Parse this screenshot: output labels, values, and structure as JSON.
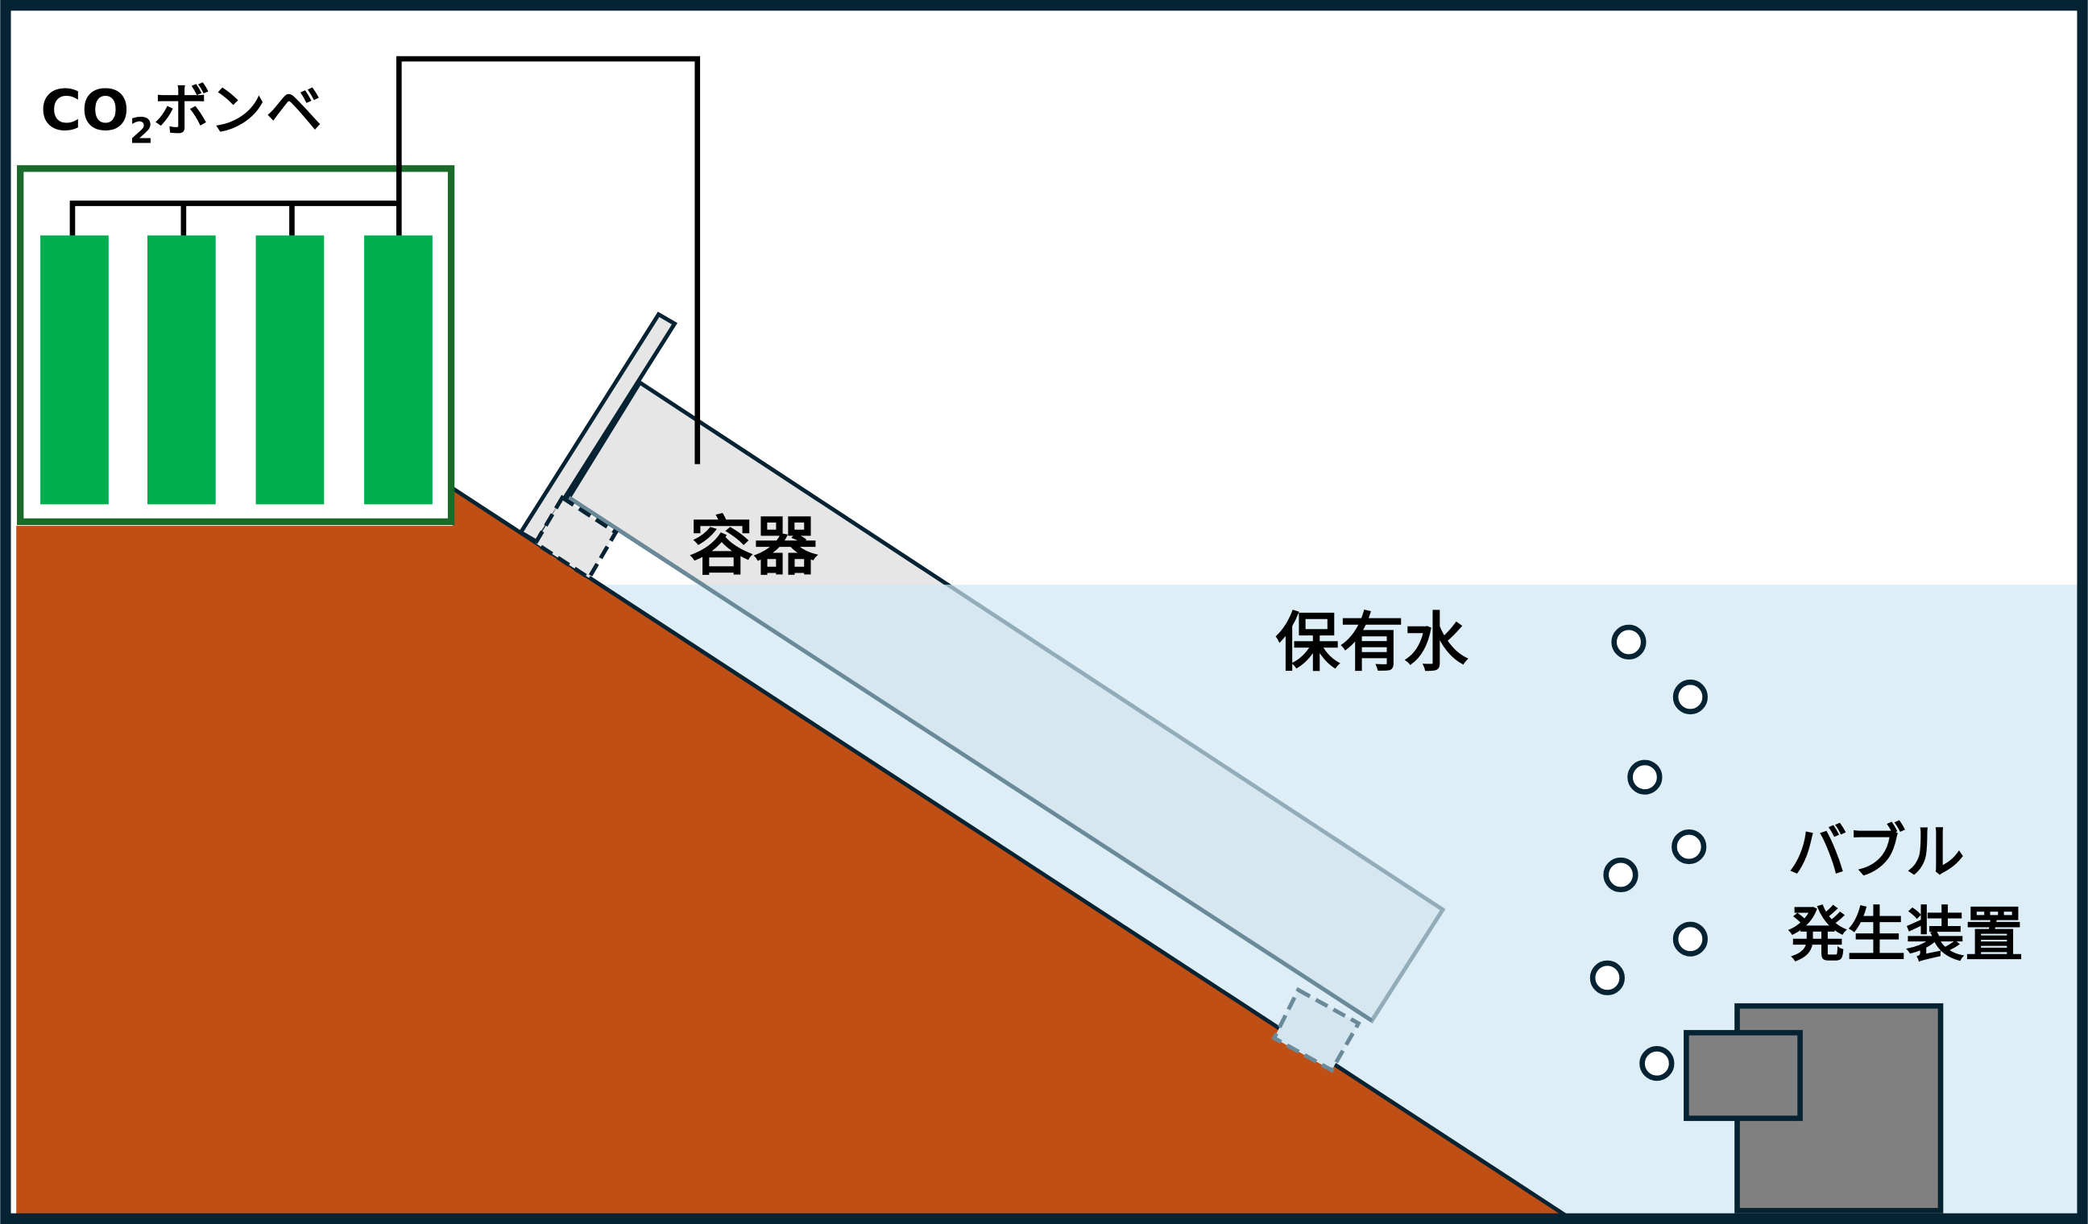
{
  "labels": {
    "cylinder_prefix": "CO",
    "cylinder_subscript": "2",
    "cylinder_suffix": "ボンベ",
    "container": "容器",
    "water": "保有水",
    "bubble_line1": "バブル",
    "bubble_line2": "発生装置"
  },
  "colors": {
    "border": "#062333",
    "ground": "#bf4f15",
    "water": "#dff0f8",
    "cylinder": "#00ad4f",
    "cylinder_box_border": "#1a6a2a",
    "container": "#e6e6e6",
    "device": "#808080"
  },
  "cylinder_count": 4,
  "bubble_count": 8
}
